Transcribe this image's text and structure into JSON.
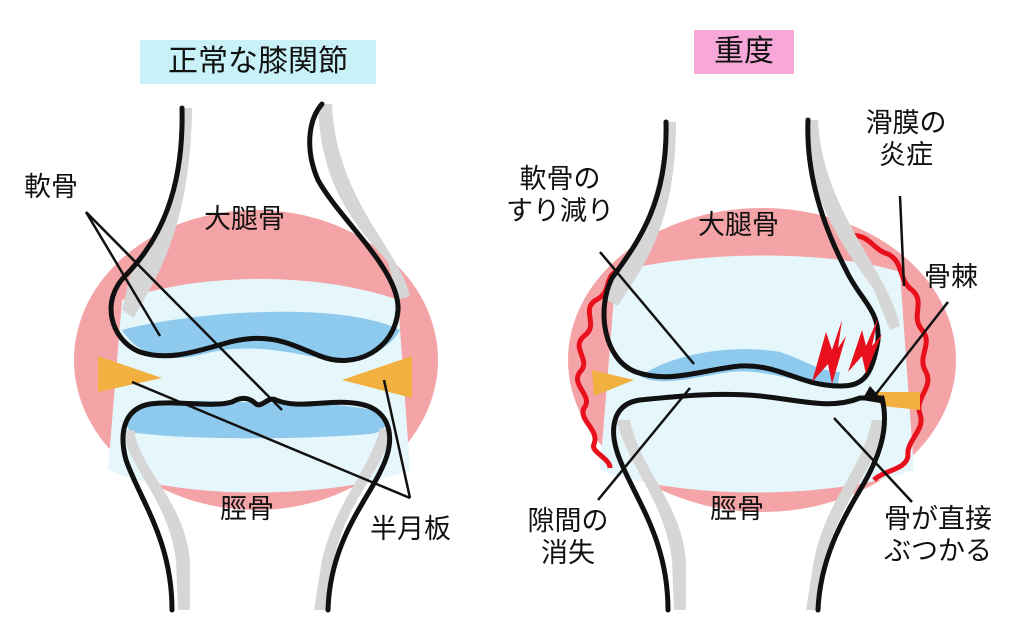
{
  "left_panel": {
    "title": "正常な膝関節",
    "title_bg": "#c8f2f8",
    "labels": {
      "cartilage": "軟骨",
      "femur": "大腿骨",
      "tibia": "脛骨",
      "meniscus": "半月板"
    }
  },
  "right_panel": {
    "title": "重度",
    "title_bg": "#f7a8d8",
    "labels": {
      "cartilage_wear_line1": "軟骨の",
      "cartilage_wear_line2": "すり減り",
      "femur": "大腿骨",
      "tibia": "脛骨",
      "synovitis_line1": "滑膜の",
      "synovitis_line2": "炎症",
      "osteophyte": "骨棘",
      "gap_loss_line1": "隙間の",
      "gap_loss_line2": "消失",
      "bone_contact_line1": "骨が直接",
      "bone_contact_line2": "ぶつかる"
    }
  },
  "colors": {
    "capsule_pink": "#f4a3a6",
    "synovial_fluid": "#e6f7fb",
    "cartilage_blue": "#8ec9ee",
    "meniscus_orange": "#f2b040",
    "bone_shadow_gray": "#d6d6d6",
    "outline": "#111111",
    "inflammation_red": "#e8101c"
  },
  "icons": [
    "pain-lightning-icon",
    "pain-lightning-icon"
  ]
}
